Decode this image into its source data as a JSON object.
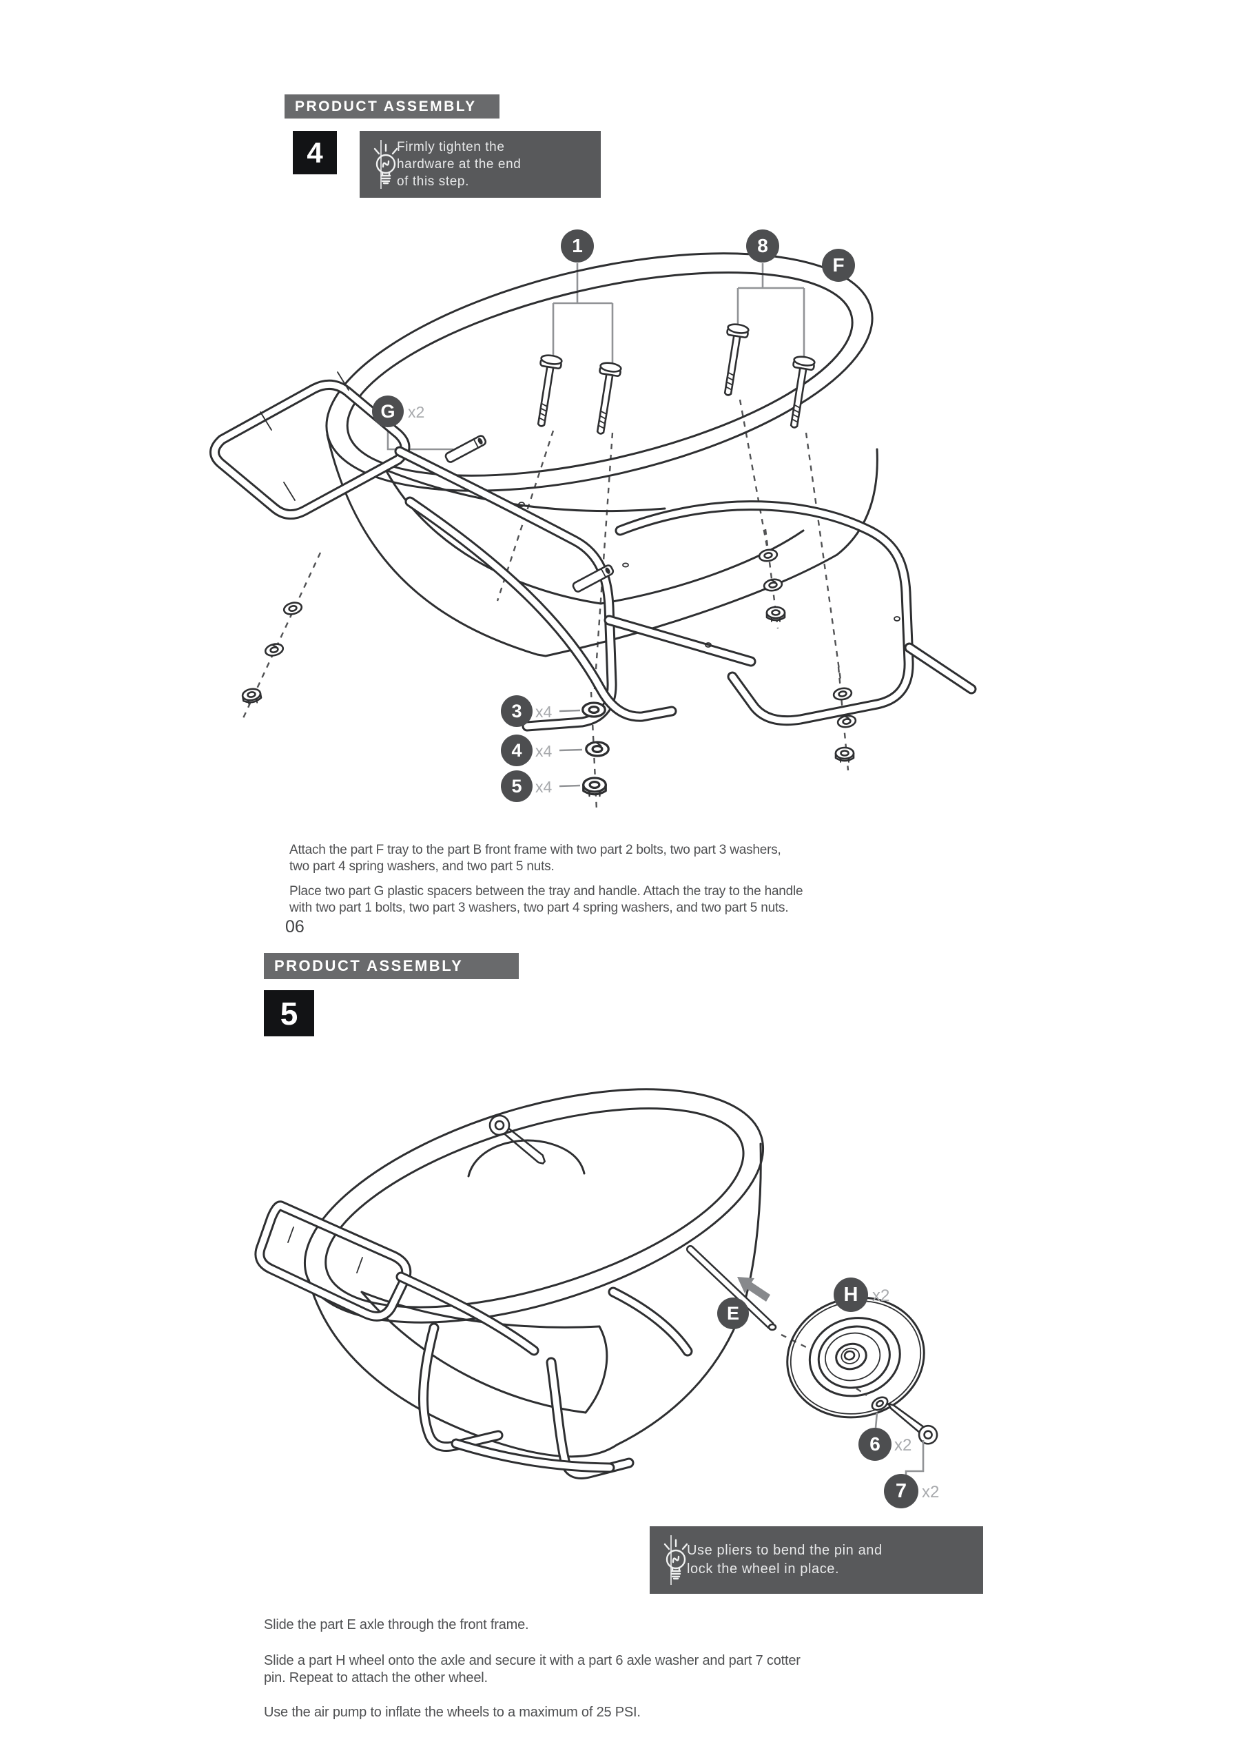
{
  "colors": {
    "header_bg": "#696a6c",
    "tip_bg": "#58595b",
    "step_bg": "#121315",
    "callout_bg": "#4d4e50",
    "count_text": "#a8aaad",
    "body_text": "#4f5052",
    "line_art": "#2e2f31",
    "leader": "#919396"
  },
  "page1": {
    "header": "PRODUCT ASSEMBLY",
    "step": "4",
    "tip": "Firmly tighten the\nhardware at the end\nof this step.",
    "callouts": {
      "c1": {
        "label": "1"
      },
      "c8": {
        "label": "8"
      },
      "cF": {
        "label": "F"
      },
      "cG": {
        "label": "G",
        "count": "x2"
      },
      "c3": {
        "label": "3",
        "count": "x4"
      },
      "c4": {
        "label": "4",
        "count": "x4"
      },
      "c5": {
        "label": "5",
        "count": "x4"
      }
    },
    "paragraphs": {
      "p1": "Attach the part F tray to the part B front frame with two part 2 bolts, two part 3 washers,\ntwo part 4 spring washers, and two part 5 nuts.",
      "p2": "Place two part G plastic spacers between the tray and handle. Attach the tray to the handle\nwith two part 1 bolts, two part 3 washers, two part 4 spring washers, and two part 5 nuts."
    },
    "page_number": "06"
  },
  "page2": {
    "header": "PRODUCT ASSEMBLY",
    "step": "5",
    "tip": "Use pliers to bend the pin and\nlock the wheel in place.",
    "callouts": {
      "cE": {
        "label": "E"
      },
      "cH": {
        "label": "H",
        "count": "x2"
      },
      "c6": {
        "label": "6",
        "count": "x2"
      },
      "c7": {
        "label": "7",
        "count": "x2"
      }
    },
    "paragraphs": {
      "p1": "Slide the part E axle through the front frame.",
      "p2": "Slide a part H wheel onto the axle and secure it with a part 6 axle washer and part 7 cotter\npin. Repeat to attach the other wheel.",
      "p3": "Use the air pump to inflate the wheels to a maximum of 25 PSI."
    }
  }
}
